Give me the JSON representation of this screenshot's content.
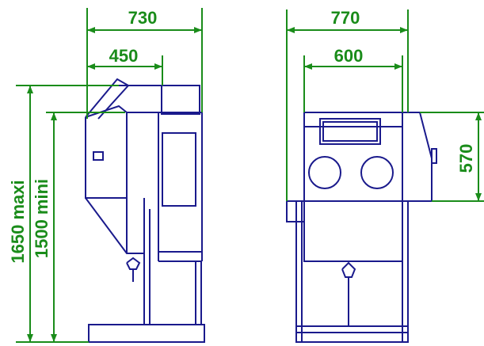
{
  "colors": {
    "dimension": "#1a8c1a",
    "machine": "#1a1a8c",
    "background": "#ffffff"
  },
  "side_view": {
    "dim_total_depth": "730",
    "dim_cabinet_depth": "450",
    "dim_height_max": "1650 maxi",
    "dim_height_min": "1500 mini"
  },
  "front_view": {
    "dim_total_width": "770",
    "dim_cabinet_width": "600",
    "dim_door_height": "570"
  }
}
